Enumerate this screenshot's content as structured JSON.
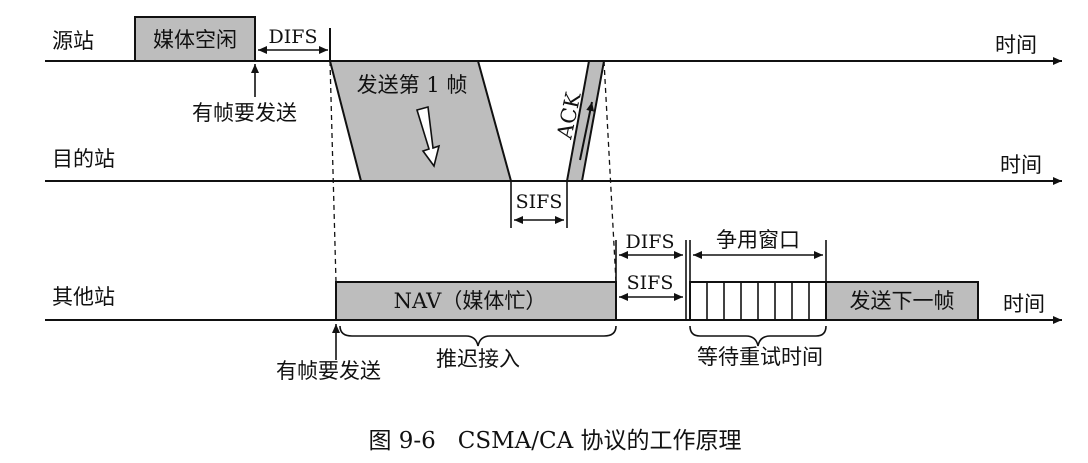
{
  "stations": {
    "source": "源站",
    "destination": "目的站",
    "other": "其他站",
    "time_label": "时间"
  },
  "source_row": {
    "medium_idle": "媒体空闲",
    "difs": "DIFS",
    "frame_to_send": "有帧要发送"
  },
  "transmission": {
    "send_first_frame": "发送第 1 帧",
    "ack": "ACK",
    "sifs": "SIFS"
  },
  "other_row": {
    "nav": "NAV（媒体忙）",
    "sifs": "SIFS",
    "difs": "DIFS",
    "contention_window": "争用窗口",
    "send_next_frame": "发送下一帧",
    "frame_to_send": "有帧要发送",
    "defer_access": "推迟接入",
    "backoff_wait": "等待重试时间"
  },
  "caption": "图 9-6   CSMA/CA 协议的工作原理"
}
